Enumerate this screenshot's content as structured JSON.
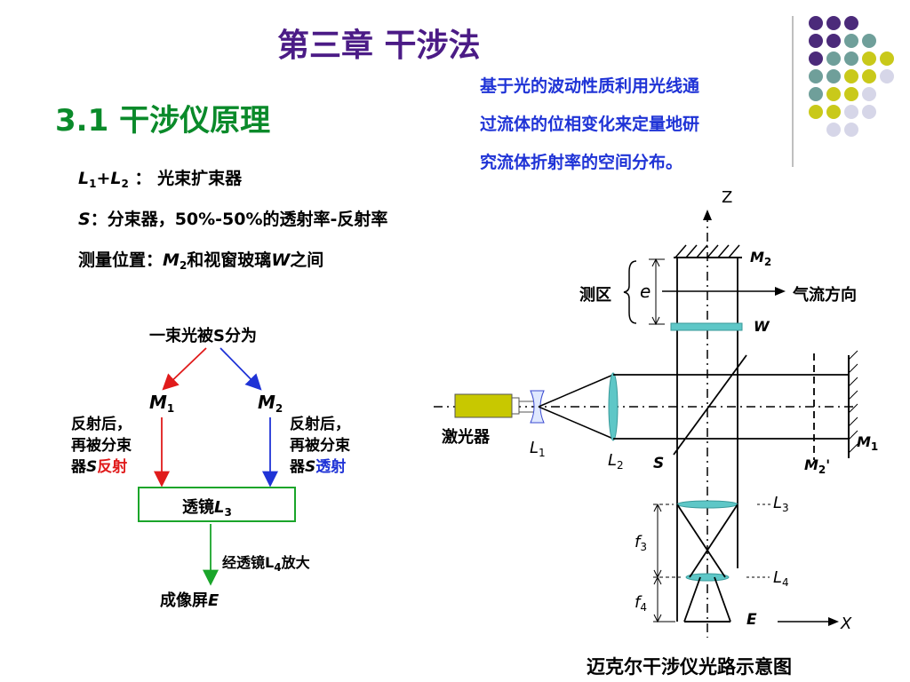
{
  "header": {
    "title": "第三章  干涉法",
    "subtitle": "3.1  干涉仪原理"
  },
  "note": {
    "lines": [
      "基于光的波动性质利用光线通",
      "过流体的位相变化来定量地研",
      "究流体折射率的空间分布。"
    ]
  },
  "body": {
    "l1": "L",
    "l1_sub": "1",
    "plus": "+",
    "l2": "L",
    "l2_sub": "2",
    "beam_expander": " ： 光束扩束器",
    "s_label": "S",
    "splitter": "：分束器，50%-50%的透射率-反射率",
    "measure_prefix": "测量位置：",
    "m2": "M",
    "m2_sub": "2",
    "measure_mid": "和视窗玻璃",
    "w": "W",
    "measure_suffix": "之间"
  },
  "flow": {
    "top": "一束光被S分为",
    "m1": "M",
    "m1_sub": "1",
    "m2": "M",
    "m2_sub": "2",
    "left_text": [
      "反射后，",
      "再被分束"
    ],
    "left_tail_a": "器",
    "left_tail_s": "S",
    "left_tail_b": "反射",
    "right_text": [
      "反射后，",
      "再被分束"
    ],
    "right_tail_a": "器",
    "right_tail_s": "S",
    "right_tail_b": "透射",
    "lens_a": "透镜",
    "lens_l": "L",
    "lens_sub": "3",
    "magnify_a": "经透镜L",
    "magnify_sub": "4",
    "magnify_b": "放大",
    "screen_a": "成像屏",
    "screen_e": "E"
  },
  "diagram": {
    "z": "Z",
    "x": "X",
    "m2": "M",
    "m2_sub": "2",
    "w": "W",
    "measure_zone": "测区",
    "e": "e",
    "airflow": "气流方向",
    "laser": "激光器",
    "l1": "L",
    "l1_sub": "1",
    "l2": "L",
    "l2_sub": "2",
    "s": "S",
    "m2p": "M",
    "m2p_sub": "2",
    "m2p_mark": "'",
    "m1": "M",
    "m1_sub": "1",
    "l3": "L",
    "l3_sub": "3",
    "l4": "L",
    "l4_sub": "4",
    "f3": "f",
    "f3_sub": "3",
    "f4": "f",
    "f4_sub": "4",
    "e_screen": "E",
    "caption": "迈克尔干涉仪光路示意图"
  },
  "colors": {
    "title": "#4b1b86",
    "subtitle": "#0a8a2a",
    "note": "#1f33d6",
    "reflect": "#e01b1b",
    "transmit": "#1f33d6",
    "lens": "#5ec7c7",
    "laser": "#c8c800"
  }
}
